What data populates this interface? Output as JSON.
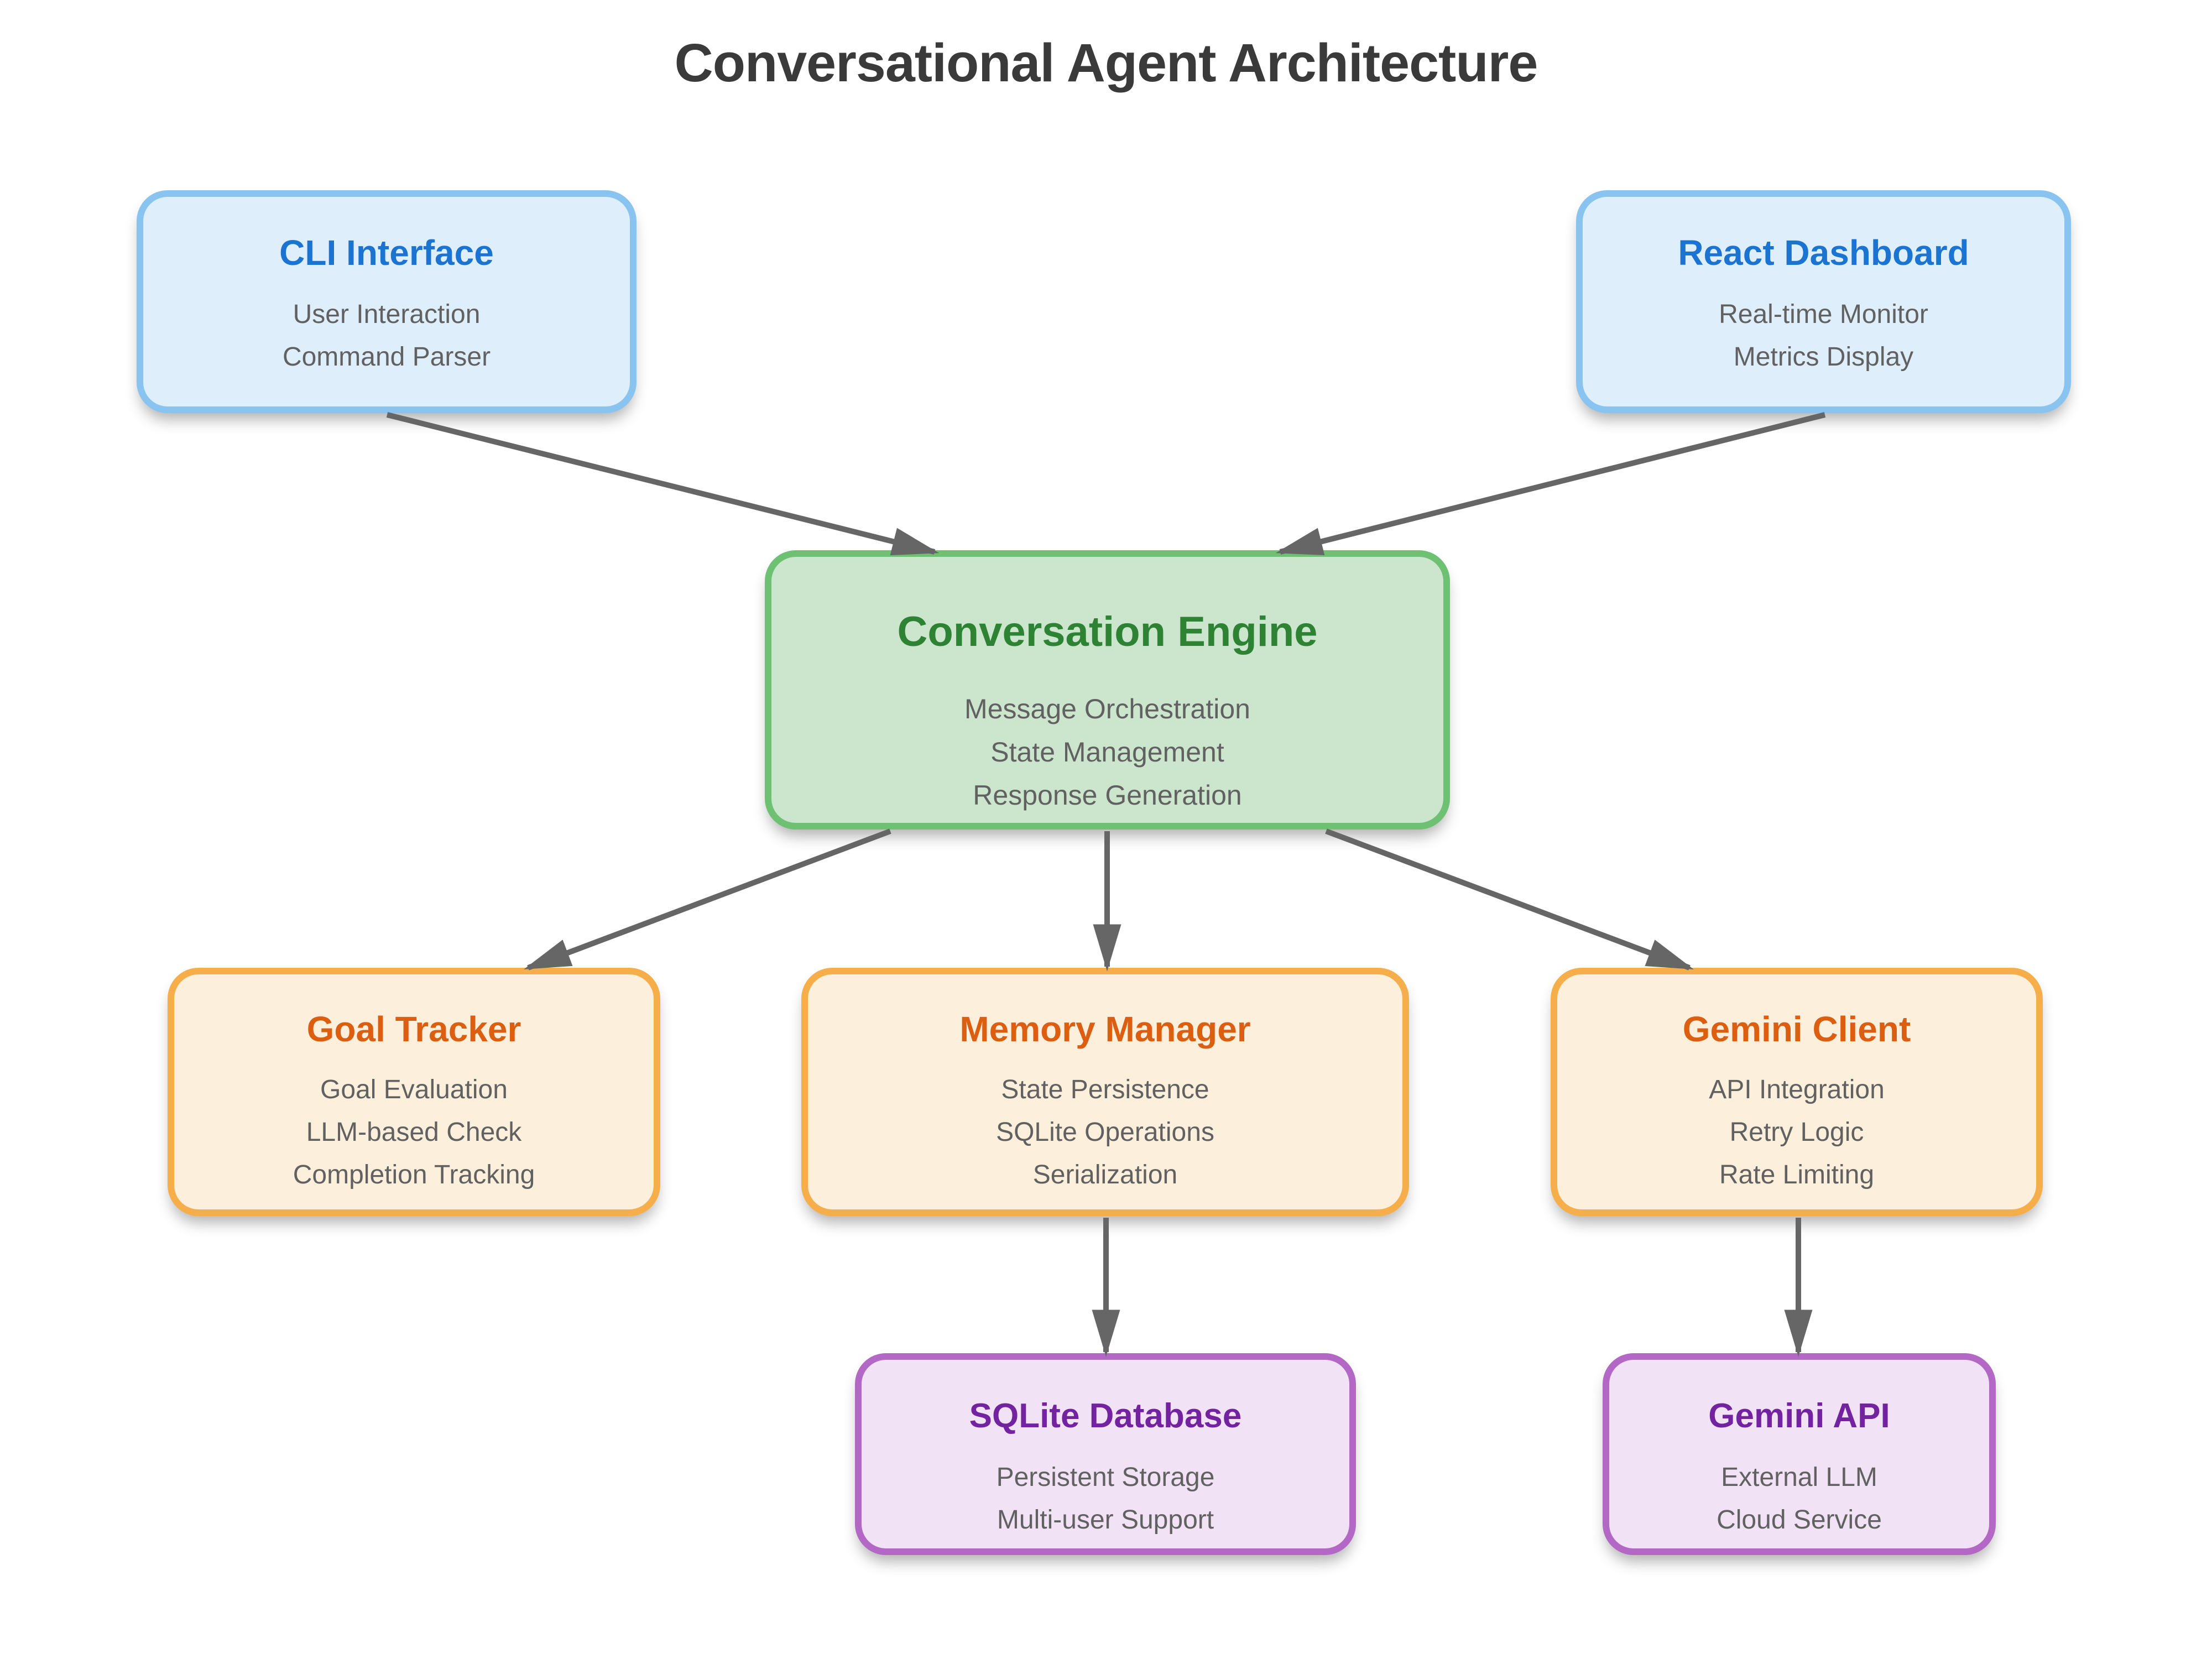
{
  "title": "Conversational Agent Architecture",
  "nodes": {
    "cli": {
      "title": "CLI Interface",
      "lines": [
        "User Interaction",
        "Command Parser"
      ],
      "palette": "blue"
    },
    "react": {
      "title": "React Dashboard",
      "lines": [
        "Real-time Monitor",
        "Metrics Display"
      ],
      "palette": "blue"
    },
    "engine": {
      "title": "Conversation Engine",
      "lines": [
        "Message Orchestration",
        "State Management",
        "Response Generation"
      ],
      "palette": "green"
    },
    "goal": {
      "title": "Goal Tracker",
      "lines": [
        "Goal Evaluation",
        "LLM-based Check",
        "Completion Tracking"
      ],
      "palette": "orange"
    },
    "memory": {
      "title": "Memory Manager",
      "lines": [
        "State Persistence",
        "SQLite Operations",
        "Serialization"
      ],
      "palette": "orange"
    },
    "gemini_client": {
      "title": "Gemini Client",
      "lines": [
        "API Integration",
        "Retry Logic",
        "Rate Limiting"
      ],
      "palette": "orange"
    },
    "sqlite": {
      "title": "SQLite Database",
      "lines": [
        "Persistent Storage",
        "Multi-user Support"
      ],
      "palette": "purple"
    },
    "gemini_api": {
      "title": "Gemini API",
      "lines": [
        "External LLM",
        "Cloud Service"
      ],
      "palette": "purple"
    }
  },
  "edges": [
    {
      "from": "cli",
      "to": "engine"
    },
    {
      "from": "react",
      "to": "engine"
    },
    {
      "from": "engine",
      "to": "goal"
    },
    {
      "from": "engine",
      "to": "memory"
    },
    {
      "from": "engine",
      "to": "gemini_client"
    },
    {
      "from": "memory",
      "to": "sqlite"
    },
    {
      "from": "gemini_client",
      "to": "gemini_api"
    }
  ],
  "colors": {
    "background": "#ffffff",
    "title_text": "#3a3a3a",
    "body_text": "#616161",
    "arrow": "#666666",
    "blue_fill": "#deeefb",
    "blue_border": "#89c4f0",
    "blue_title": "#1b74d2",
    "green_fill": "#cbe6cc",
    "green_border": "#6ec173",
    "green_title": "#2e8233",
    "orange_fill": "#fcefdb",
    "orange_border": "#f6ae4b",
    "orange_title": "#dc5e10",
    "purple_fill": "#f1e3f5",
    "purple_border": "#b268c4",
    "purple_title": "#7423a0"
  }
}
